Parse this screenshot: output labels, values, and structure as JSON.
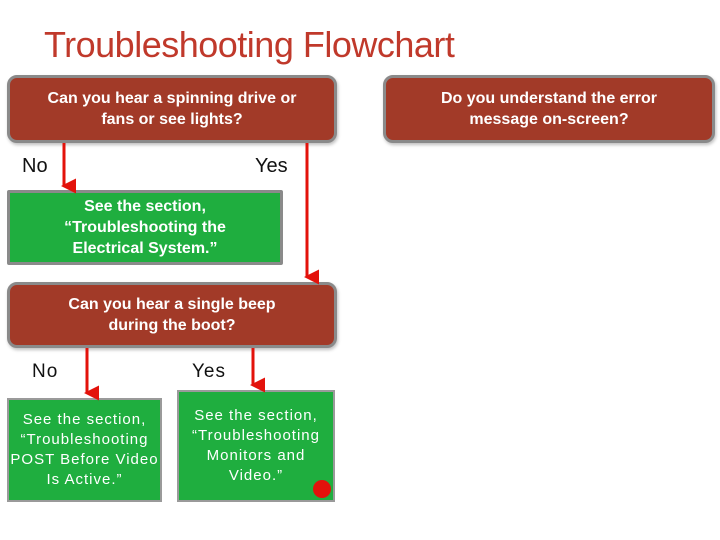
{
  "title": "Troubleshooting Flowchart",
  "nodes": {
    "q_power": "Can you hear a spinning drive or fans or see lights?",
    "q_error": "Do you understand the error message on-screen?",
    "electrical": "See the section, “Troubleshooting the Electrical System.”",
    "q_beep": "Can you hear a single beep during the boot?",
    "post": "See the section, “Troubleshooting POST Before Video Is Active.”",
    "monitors": "See the section, “Troubleshooting Monitors and Video.”"
  },
  "labels": {
    "no_1": "No",
    "yes_1": "Yes",
    "no_2": "No",
    "yes_2": "Yes"
  },
  "colors": {
    "question_fill": "#a23a28",
    "answer_fill": "#1fae3f",
    "arrow": "#e3120b",
    "title": "#c0392b"
  }
}
